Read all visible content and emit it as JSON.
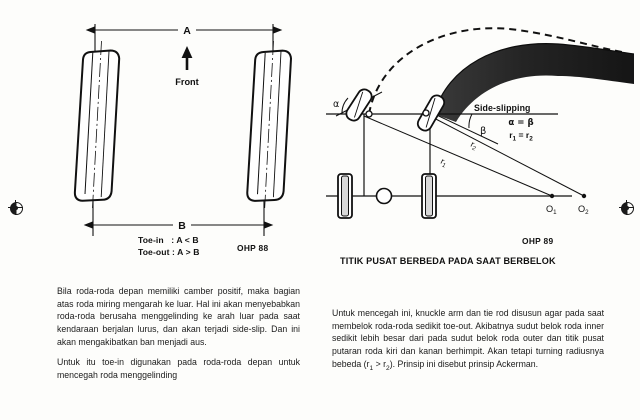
{
  "figure_toe": {
    "name": "toe-in-toe-out-diagram",
    "dimension_top_label": "A",
    "dimension_bottom_label": "B",
    "front_arrow_label": "Front",
    "legend_lines": "Toe-in   : A < B\nToe-out : A > B",
    "ohp_label": "OHP 88"
  },
  "figure_turning": {
    "name": "turning-centre-diagram",
    "angle_alpha": "α",
    "angle_beta": "β",
    "radius_1": "r",
    "radius_1_sub": "1",
    "radius_2": "r",
    "radius_2_sub": "2",
    "centre_1": "O",
    "centre_1_sub": "1",
    "centre_2": "O",
    "centre_2_sub": "2",
    "side_slipping_label": "Side-slipping",
    "equation_angles_pre": "α = β",
    "equation_radii_pre": "r",
    "equation_radii_sub1": "1",
    "equation_radii_mid": " = r",
    "equation_radii_sub2": "2",
    "ohp_label": "OHP 89",
    "caption": "TITIK PUSAT BERBEDA PADA SAAT BERBELOK"
  },
  "text_left": {
    "paragraph_1": "Bila roda-roda depan memiliki camber positif, maka bagian atas roda miring mengarah ke luar. Hal ini akan menyebabkan roda-roda berusaha menggelinding ke arah luar pada saat kendaraan berjalan lurus, dan akan terjadi side-slip. Dan ini akan mengakibatkan ban menjadi aus.",
    "paragraph_2": "Untuk itu toe-in digunakan pada roda-roda depan untuk mencegah roda menggelinding"
  },
  "text_right": {
    "paragraph_1_a": "Untuk mencegah ini, knuckle arm dan tie rod disusun agar pada saat membelok roda-roda sedikit toe-out. Akibatnya sudut belok roda inner sedikit lebih besar dari pada sudut belok roda outer dan titik pusat putaran roda kiri dan kanan berhimpit. Akan tetapi turning radiusnya bebeda (r",
    "paragraph_1_sub1": "1",
    "paragraph_1_b": " > r",
    "paragraph_1_sub2": "2",
    "paragraph_1_c": "). Prinsip ini disebut prinsip Ackerman."
  },
  "colors": {
    "ink": "#111111",
    "paper": "#fdfdfb",
    "shade": "#2b2b2b"
  }
}
